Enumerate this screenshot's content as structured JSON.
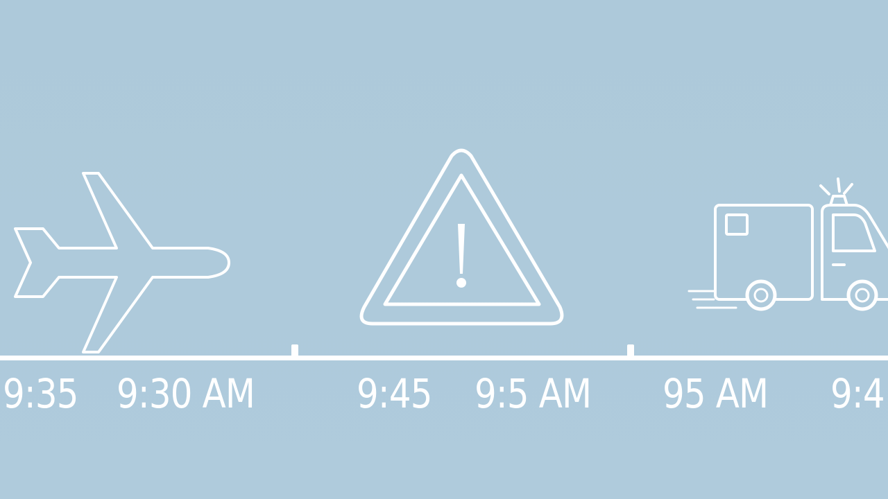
{
  "background_color": "#aecadb",
  "foreground_color": "#ffffff",
  "icons": [
    {
      "name": "airplane-icon"
    },
    {
      "name": "warning-icon"
    },
    {
      "name": "ambulance-icon"
    }
  ],
  "timeline": {
    "tick_count": 2,
    "labels": [
      "9:35",
      "9:30 AM",
      "9:45",
      "9:5 AM",
      "95 AM",
      "9:4"
    ]
  }
}
